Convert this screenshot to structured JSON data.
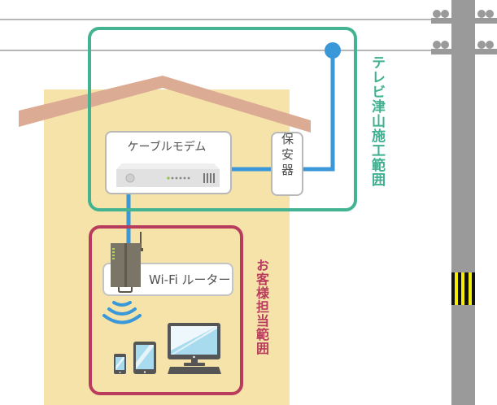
{
  "title": "テレビ津山 インターネット施工範囲図",
  "labels": {
    "provider_scope": "テレビ津山施工範囲",
    "customer_scope": "お客様担当範囲",
    "cable_modem": "ケーブルモデム",
    "protector": "保安器",
    "wifi_router": "Wi-Fi ルーター"
  },
  "devices": [
    "smartphone",
    "tablet",
    "desktop-pc"
  ],
  "colors": {
    "provider_scope": "#43b391",
    "customer_scope": "#b93c5c",
    "cable": "#3a97d8",
    "house_wall": "#f6e3aa",
    "roof": "#dcab94",
    "pole": "#9a9a9a",
    "box_border": "#b8b8b8",
    "router_body": "#7a7566",
    "screen": "#a9dbee",
    "warning_yellow": "#f6ec0a"
  }
}
